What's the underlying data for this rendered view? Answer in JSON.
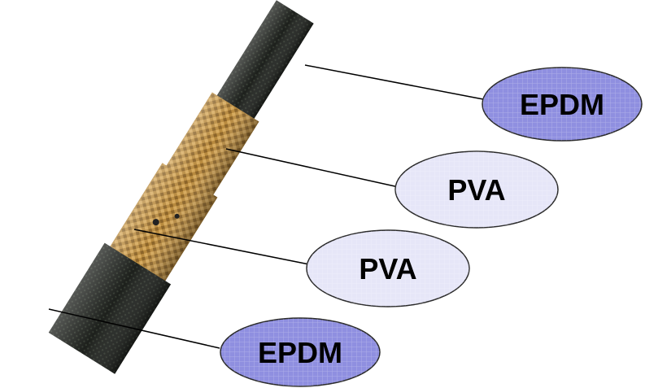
{
  "colors": {
    "epdm_fill": "#8f8fe0",
    "pva_fill": "#e6e6f8",
    "label_outline": "#2a2a2a",
    "leader_line": "#000000",
    "rubber_dark": "#1d201c",
    "braid_gold": "#b88a3e"
  },
  "diagram": {
    "labels": [
      {
        "text": "EPDM",
        "layer": "outer-cover"
      },
      {
        "text": "PVA",
        "layer": "outer-braid"
      },
      {
        "text": "PVA",
        "layer": "inner-braid"
      },
      {
        "text": "EPDM",
        "layer": "inner-tube"
      }
    ]
  }
}
